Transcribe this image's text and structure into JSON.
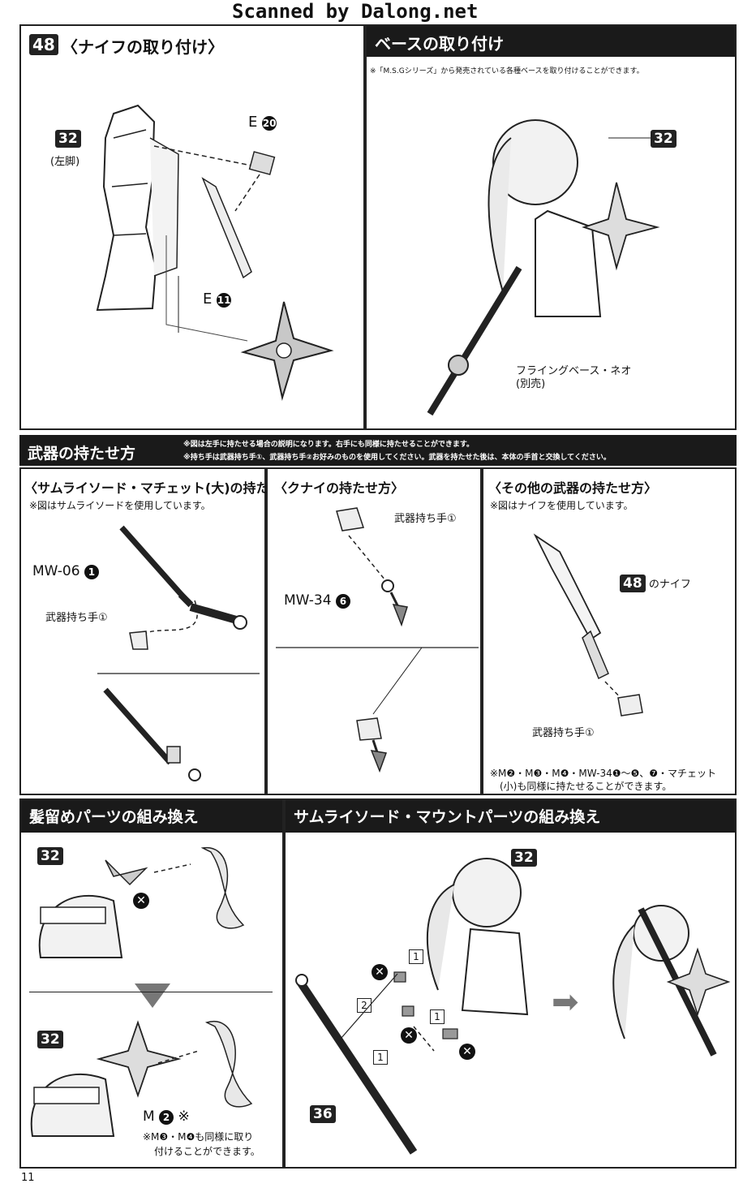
{
  "scan_credit": "Scanned by Dalong.net",
  "page_number": "11",
  "step48": {
    "badge": "48",
    "title": "〈ナイフの取り付け〉",
    "part_ref": "32",
    "part_ref_note": "(左脚)",
    "part_e20_letter": "E",
    "part_e20_num": "20",
    "part_e11_letter": "E",
    "part_e11_num": "11"
  },
  "base": {
    "title": "ベースの取り付け",
    "note": "※「M.S.Gシリーズ」から発売されている各種ベースを取り付けることができます。",
    "part_ref": "32",
    "base_label_1": "フライングベース・ネオ",
    "base_label_2": "(別売)"
  },
  "weapons": {
    "title": "武器の持たせ方",
    "note1": "※図は左手に持たせる場合の説明になります。右手にも同様に持たせることができます。",
    "note2": "※持ち手は武器持ち手①、武器持ち手②お好みのものを使用してください。武器を持たせた後は、本体の手首と交換してください。",
    "samurai": {
      "title": "〈サムライソード・マチェット(大)の持たせ方〉",
      "note": "※図はサムライソードを使用しています。",
      "part": "MW-06",
      "part_num": "1",
      "hand": "武器持ち手①"
    },
    "kunai": {
      "title": "〈クナイの持たせ方〉",
      "hand": "武器持ち手①",
      "part": "MW-34",
      "part_num": "6"
    },
    "other": {
      "title": "〈その他の武器の持たせ方〉",
      "note": "※図はナイフを使用しています。",
      "knife_ref": "48",
      "knife_label": "のナイフ",
      "hand": "武器持ち手①",
      "footnote1": "※M❷・M❸・M❹・MW-34❶〜❺、❼・マチェット",
      "footnote2": "(小)も同様に持たせることができます。"
    }
  },
  "hair": {
    "title": "髪留めパーツの組み換え",
    "part_ref_top": "32",
    "part_ref_bottom": "32",
    "part_m": "M",
    "part_m_num": "2",
    "part_m_mark": "※",
    "footnote1": "※M❸・M❹も同様に取り",
    "footnote2": "付けることができます。"
  },
  "mount": {
    "title": "サムライソード・マウントパーツの組み換え",
    "part_ref": "32",
    "sword_ref": "36",
    "step1": "1",
    "step2": "2",
    "step1b": "1",
    "step1c": "1"
  },
  "icons": {
    "remove": "✕",
    "arrow": "➡"
  }
}
